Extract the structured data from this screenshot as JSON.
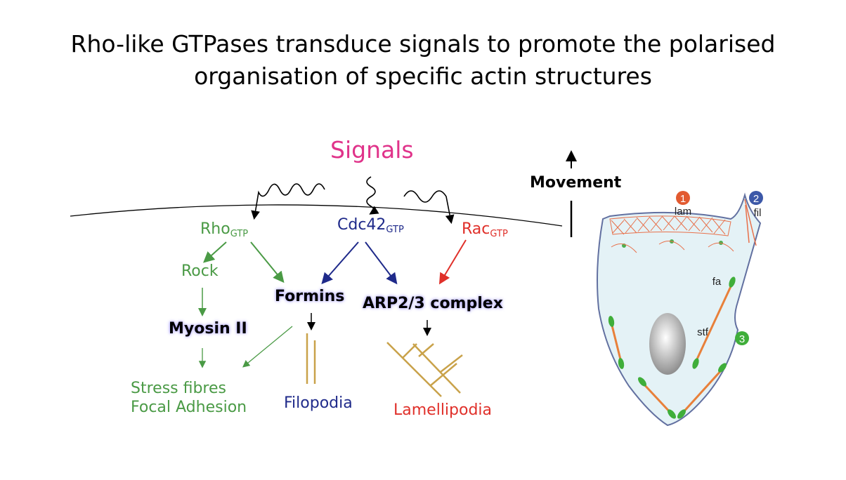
{
  "title": {
    "line1": "Rho-like GTPases transduce signals to promote the polarised",
    "line2": "organisation of specific actin structures"
  },
  "signals": "Signals",
  "movement": "Movement",
  "nodes": {
    "rho": {
      "name": "Rho",
      "sub": "GTP"
    },
    "cdc42": {
      "name": "Cdc42",
      "sub": "GTP"
    },
    "rac": {
      "name": "Rac",
      "sub": "GTP"
    },
    "rock": "Rock",
    "formins": "Formins",
    "arp": "ARP2/3 complex",
    "myosin": "Myosin II",
    "stress1": "Stress fibres",
    "stress2": "Focal Adhesion",
    "filopodia": "Filopodia",
    "lamellipodia": "Lamellipodia"
  },
  "cell": {
    "badge1": "1",
    "badge2": "2",
    "badge3": "3",
    "lam": "lam",
    "fil": "fil",
    "fa": "fa",
    "stf": "stf"
  },
  "colors": {
    "rho": "#4a9a45",
    "cdc42": "#1f2a8a",
    "rac": "#e0302a",
    "signals": "#e0338a",
    "actin": "#c9a24a"
  }
}
